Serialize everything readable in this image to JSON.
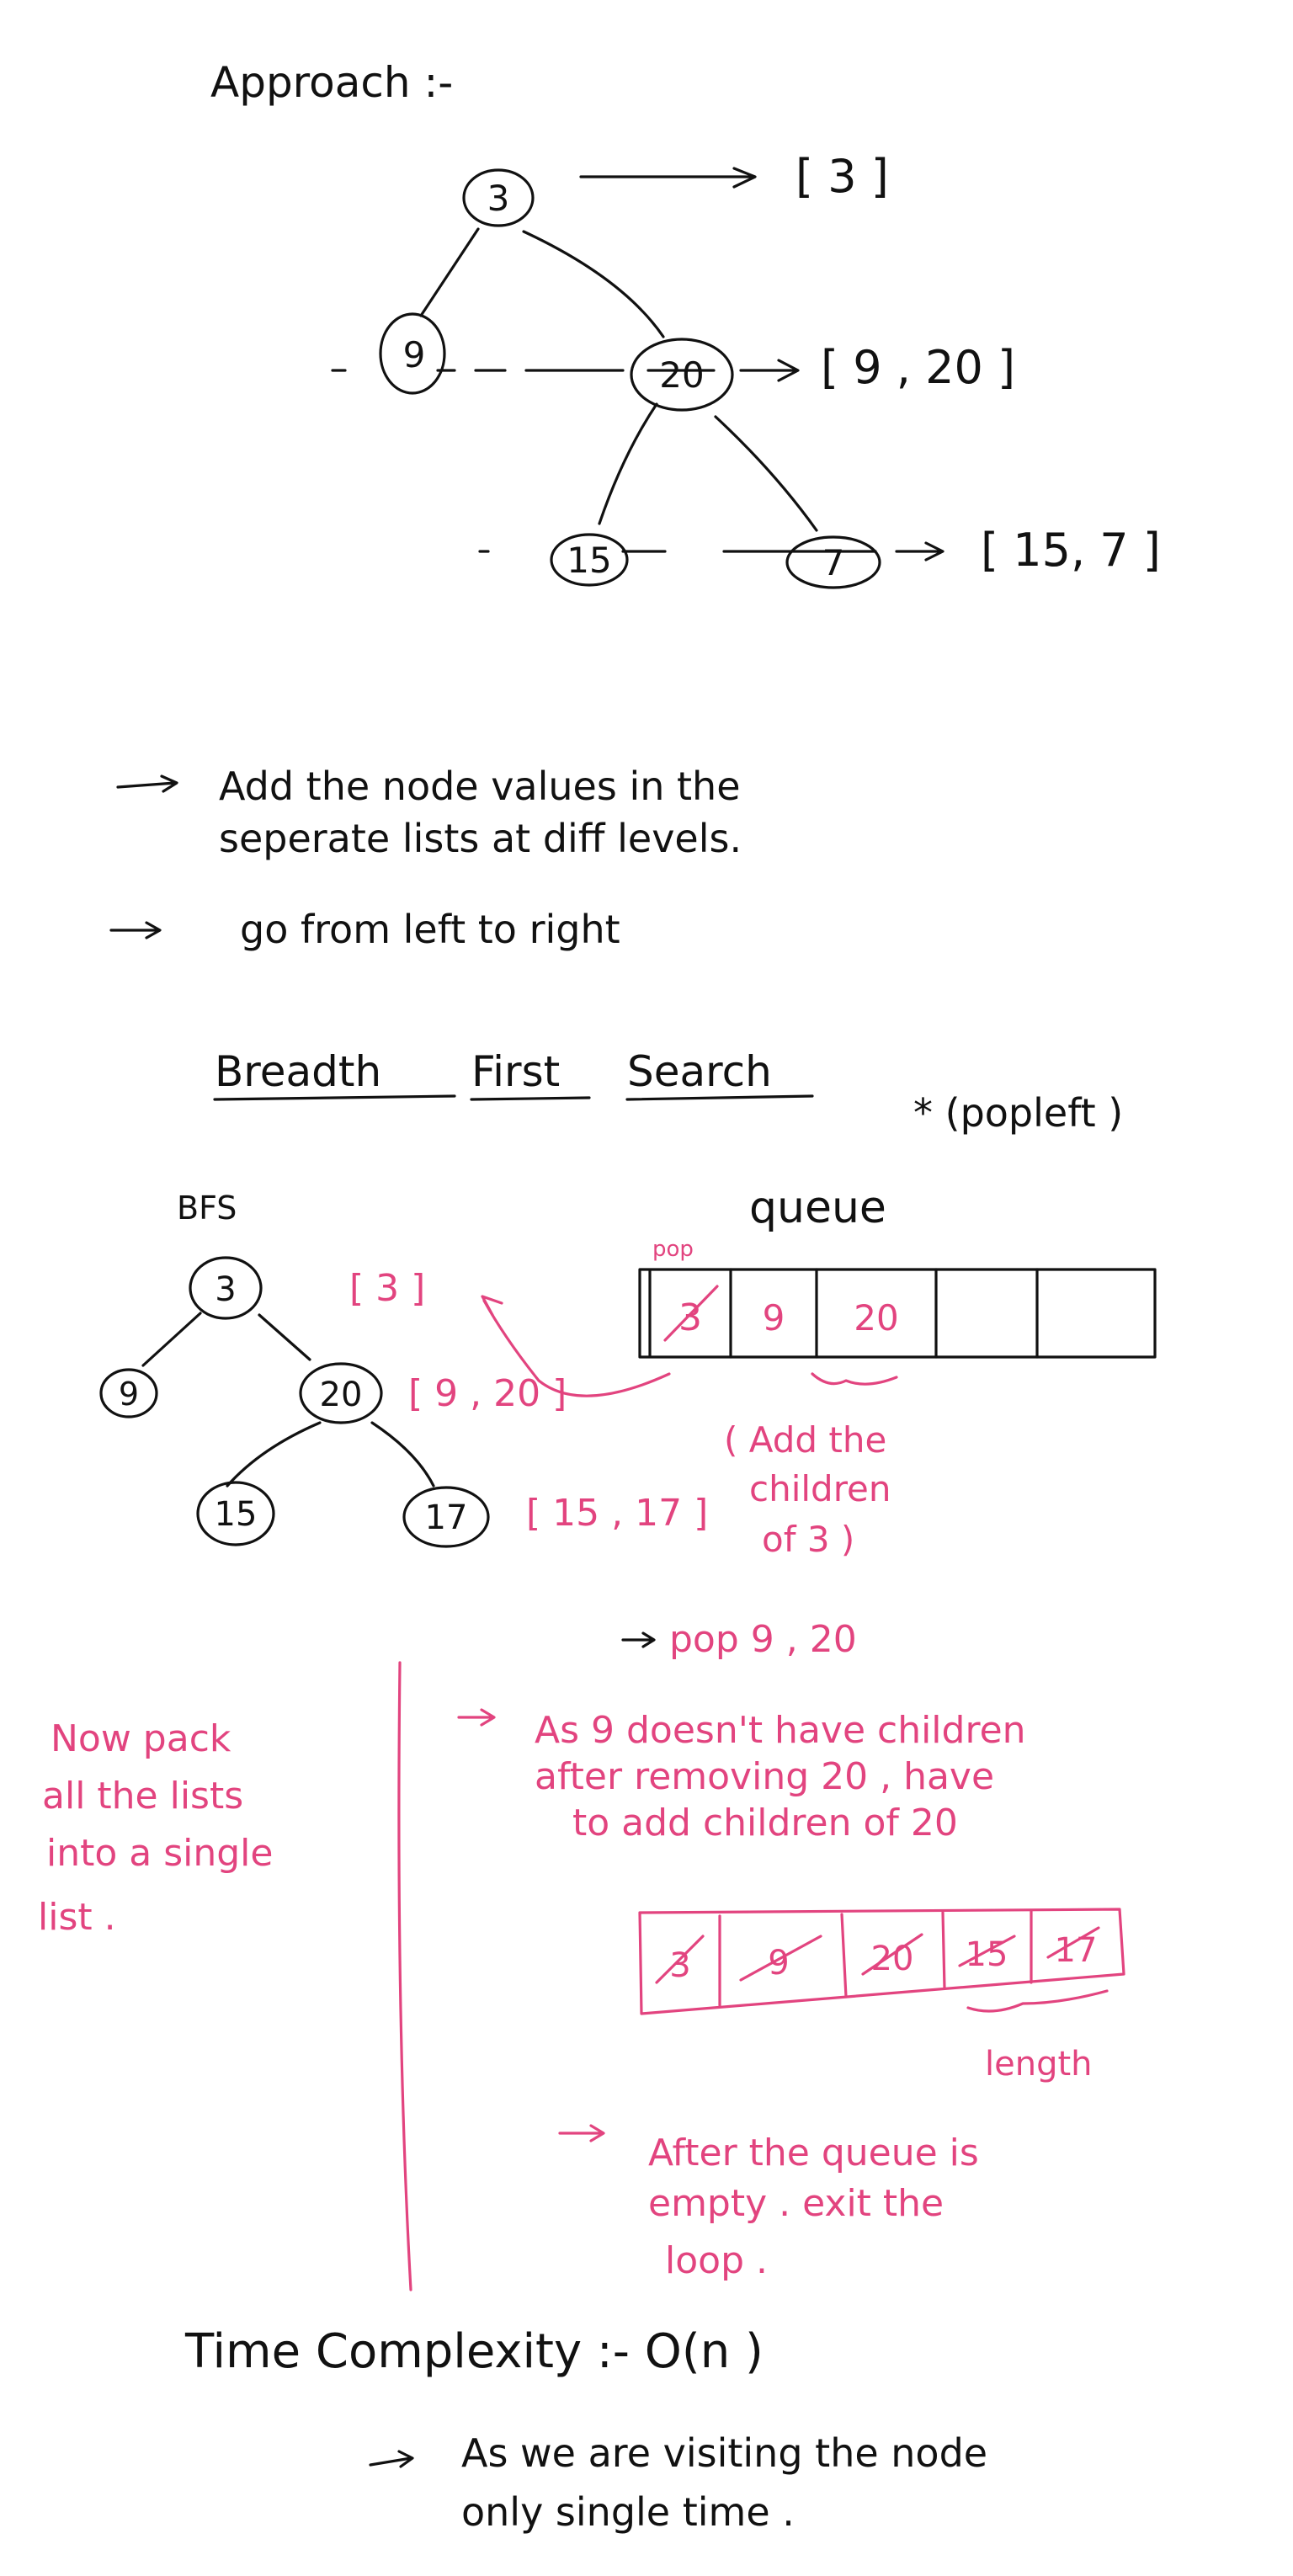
{
  "colors": {
    "ink": "#111111",
    "accent": "#e2447f",
    "background": "#ffffff"
  },
  "approach": {
    "heading": "Approach :-",
    "tree_nodes": [
      "3",
      "9",
      "20",
      "15",
      "7"
    ],
    "level_lists": [
      "[ 3 ]",
      "[ 9 , 20 ]",
      "[ 15, 7 ]"
    ],
    "notes": [
      "Add the node values in the",
      "seperate lists at diff levels.",
      "go from left to right"
    ]
  },
  "bfs": {
    "heading_words": [
      "Breadth",
      "First",
      "Search"
    ],
    "popleft_note": "* (popleft )",
    "bfs_label": "BFS",
    "queue_label": "queue",
    "pop_label": "pop",
    "tree_nodes": [
      "3",
      "9",
      "20",
      "15",
      "17"
    ],
    "level_lists": [
      "[ 3 ]",
      "[ 9 , 20 ]",
      "[ 15 , 17 ]"
    ],
    "queue_cells": [
      "3",
      "9",
      "20",
      "",
      ""
    ],
    "children_note": [
      "( Add the",
      "children",
      "of 3 )"
    ],
    "pop_note": "pop 9 , 20",
    "side_note": [
      "Now pack",
      "all the lists",
      "into a single",
      "list ."
    ],
    "children_explanation": [
      "As 9 doesn't have children",
      "after removing 20 , have",
      "to add children of 20"
    ],
    "final_queue_cells": [
      "3",
      "9",
      "20",
      "15",
      "17"
    ],
    "length_label": "length",
    "exit_note": [
      "After the queue is",
      "empty . exit the",
      "loop ."
    ]
  },
  "complexity": {
    "title": "Time Complexity :- O(n )",
    "note": [
      "As we are visiting the node",
      "only single time ."
    ]
  }
}
